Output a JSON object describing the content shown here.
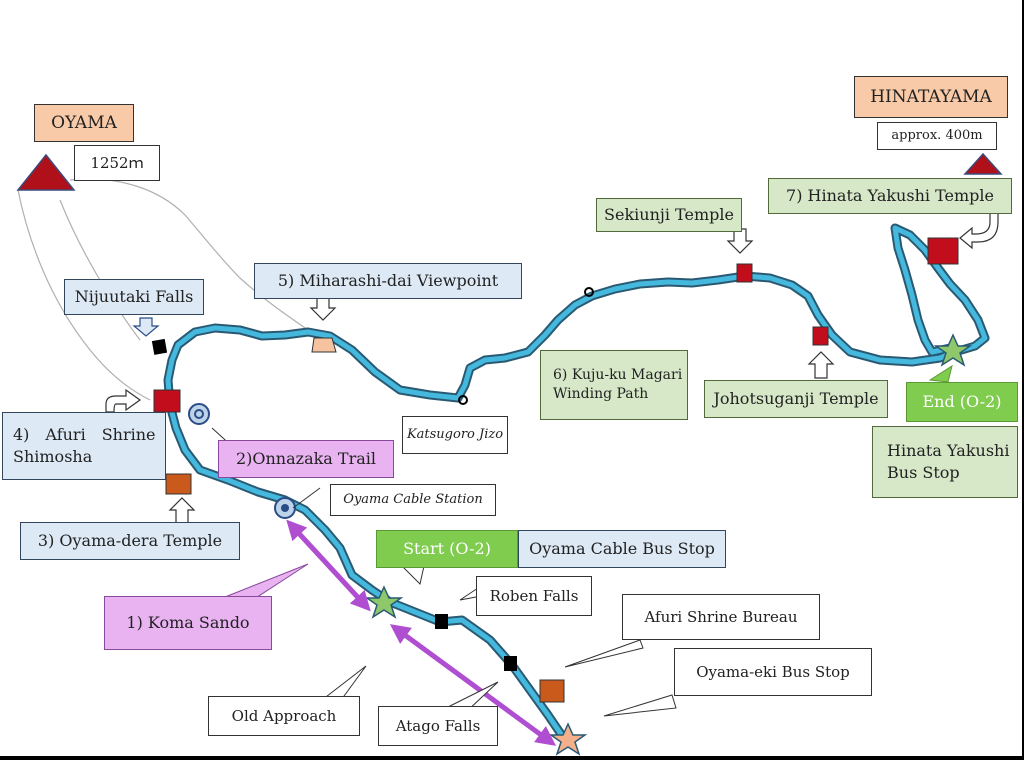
{
  "colors": {
    "route": "#3bb3d8",
    "route_outline": "#2a5a73",
    "old_path": "#9b9b9b",
    "arrow_purple": "#b04ed1",
    "red_square": "#c10d1c",
    "orange_square": "#c95a1c",
    "mountain_red": "#b0101a",
    "star_green": "#8fc86a",
    "star_orange": "#f3b08a"
  },
  "peaks": {
    "oyama": {
      "name": "OYAMA",
      "elevation": "1252ｍ"
    },
    "hinatayama": {
      "name": "HINATAYAMA",
      "elevation": "approx. 400m"
    }
  },
  "labels": {
    "nijuutaki_falls": "Nijuutaki Falls",
    "miharashi": "5) Miharashi-dai Viewpoint",
    "sekiunji": "Sekiunji Temple",
    "hinata_yakushi_temple": "7) Hinata Yakushi Temple",
    "kujuku_line1": "6) Kuju-ku Magari",
    "kujuku_line2": "Winding Path",
    "johotsuganji": "Johotsuganji Temple",
    "end": "End (O-2)",
    "hinata_bus_line1": "Hinata Yakushi",
    "hinata_bus_line2": "Bus Stop",
    "afuri_shimosha_line1": "4)　Afuri　Shrine",
    "afuri_shimosha_line2": "Shimosha",
    "onnazaka": "2)Onnazaka Trail",
    "katsugoro": "Katsugoro Jizo",
    "cable_station": "Oyama Cable Station",
    "oyama_dera": "3) Oyama-dera Temple",
    "start": "Start (O-2)",
    "cable_bus_stop": "Oyama Cable Bus Stop",
    "koma_sando": "1) Koma Sando",
    "roben_falls": "Roben Falls",
    "afuri_bureau": "Afuri Shrine Bureau",
    "oyama_eki": "Oyama-eki Bus Stop",
    "old_approach": "Old Approach",
    "atago_falls": "Atago Falls"
  }
}
